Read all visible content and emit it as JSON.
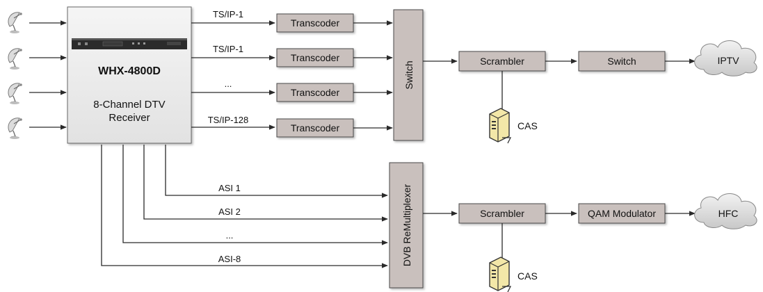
{
  "receiver": {
    "model": "WHX-4800D",
    "description_line1": "8-Channel DTV",
    "description_line2": "Receiver"
  },
  "ts_outputs": [
    "TS/IP-1",
    "TS/IP-1",
    "...",
    "TS/IP-128"
  ],
  "transcoder_label": "Transcoder",
  "switch_vertical_label": "Switch",
  "iptv_chain": {
    "scrambler": "Scrambler",
    "switch": "Switch",
    "cloud": "IPTV",
    "cas": "CAS"
  },
  "asi_outputs": [
    "ASI 1",
    "ASI 2",
    "...",
    "ASI-8"
  ],
  "remux_label": "DVB ReMultiplexer",
  "hfc_chain": {
    "scrambler": "Scrambler",
    "modulator": "QAM Modulator",
    "cloud": "HFC",
    "cas": "CAS"
  },
  "colors": {
    "box_fill": "#c9c0bd",
    "receiver_fill": "#eeeeee",
    "cloud_fill": "#dcdcdc",
    "line": "#2a2a2a"
  }
}
